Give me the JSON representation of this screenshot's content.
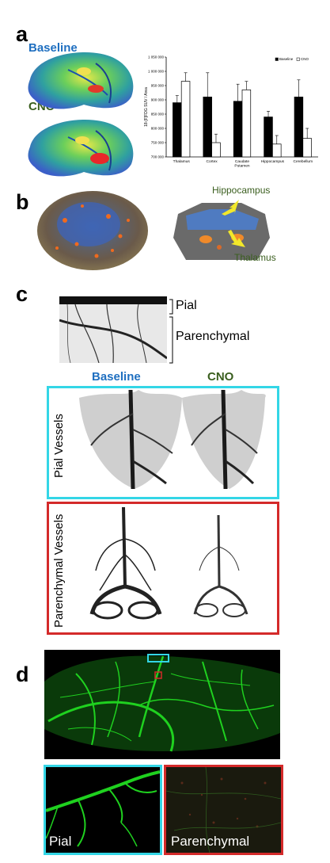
{
  "panels": {
    "a": {
      "letter": "a",
      "brain_labels": [
        "Baseline",
        "CNO"
      ],
      "chart": {
        "legend": [
          "Baseline",
          "CNO"
        ],
        "ylabel": "18-[F]FDG SUV / Area"
      }
    },
    "b": {
      "letter": "b",
      "labels": [
        "Hippocampus",
        "Thalamus"
      ]
    },
    "c": {
      "letter": "c",
      "top_labels": [
        "Pial",
        "Parenchymal"
      ],
      "column_labels": [
        "Baseline",
        "CNO"
      ],
      "row_labels": [
        "Pial Vessels",
        "Parenchymal Vessels"
      ]
    },
    "d": {
      "letter": "d",
      "inset_labels": [
        "Pial",
        "Parenchymal"
      ]
    }
  },
  "colors": {
    "baseline_blue": "#1f6fc0",
    "cno_green": "#3a5e1e",
    "pial_cyan": "#33d6e6",
    "parenchymal_red": "#d42a2a",
    "vessel_green": "#1fd11f"
  },
  "chart_data": {
    "type": "bar",
    "categories": [
      "Thalamus",
      "Cortex",
      "Caudate Putamen",
      "Hippocampus",
      "Cerebellum"
    ],
    "series": [
      {
        "name": "Baseline",
        "values": [
          890000,
          910000,
          895000,
          840000,
          910000
        ],
        "errors": [
          25000,
          85000,
          60000,
          20000,
          60000
        ]
      },
      {
        "name": "CNO",
        "values": [
          965000,
          750000,
          935000,
          745000,
          765000
        ],
        "errors": [
          30000,
          30000,
          30000,
          30000,
          35000
        ]
      }
    ],
    "ylabel": "18-[F]FDG SUV / Area",
    "ylim": [
      700000,
      1050000
    ],
    "yticks": [
      "700 000",
      "750 000",
      "800 000",
      "850 000",
      "900 000",
      "950 000",
      "1 000 000",
      "1 050 000"
    ],
    "ytick_values": [
      700000,
      750000,
      800000,
      850000,
      900000,
      950000,
      1000000,
      1050000
    ],
    "legend_position": "top-right"
  }
}
